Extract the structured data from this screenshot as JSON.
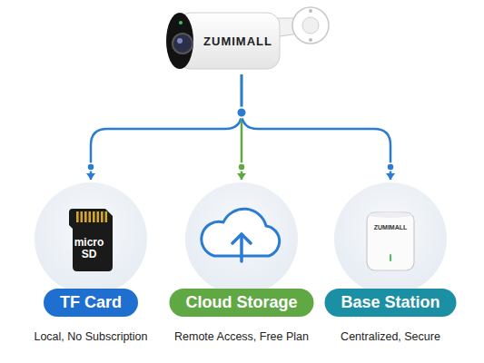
{
  "diagram": {
    "nodes": [
      {
        "text": [
          "ZUMIMALL"
        ]
      },
      {
        "text": [
          "TF Card",
          "Local, No Subscription"
        ]
      },
      {
        "text": [
          "Cloud Storage",
          "Remote Access, Free Plan"
        ]
      },
      {
        "text": [
          "Base Station",
          "Centralized, Secure"
        ]
      }
    ],
    "edges": [
      {
        "from": 0,
        "to": 1,
        "arrow": "to"
      },
      {
        "from": 0,
        "to": 2,
        "arrow": "to"
      },
      {
        "from": 0,
        "to": 3,
        "arrow": "to"
      }
    ],
    "labels": [
      "micro SD",
      "ZUMIMALL"
    ]
  }
}
